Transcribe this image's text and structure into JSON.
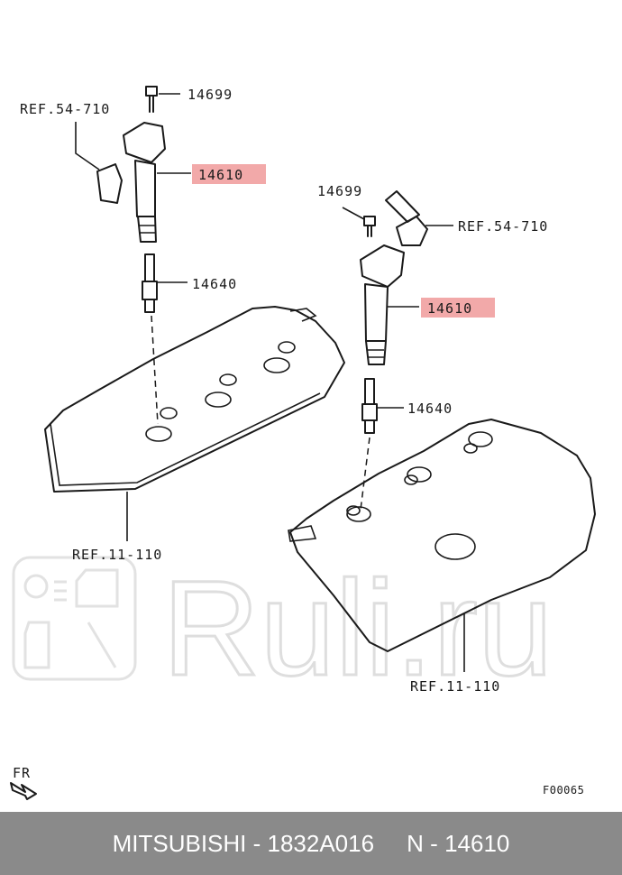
{
  "diagram": {
    "labels": {
      "ref_54_710_left": "REF.54-710",
      "bolt_left": "14699",
      "coil_left": "14610",
      "plug_left": "14640",
      "ref_11_110_left": "REF.11-110",
      "bolt_right": "14699",
      "ref_54_710_right": "REF.54-710",
      "coil_right": "14610",
      "plug_right": "14640",
      "ref_11_110_right": "REF.11-110",
      "front_marker": "FR",
      "figure_code": "F00065"
    },
    "highlight_color": "#f2a9a9",
    "watermark_text": "Ruli.ru"
  },
  "footer": {
    "text": "MITSUBISHI - 1832A016     N - 14610",
    "background": "#8a8a8a"
  }
}
